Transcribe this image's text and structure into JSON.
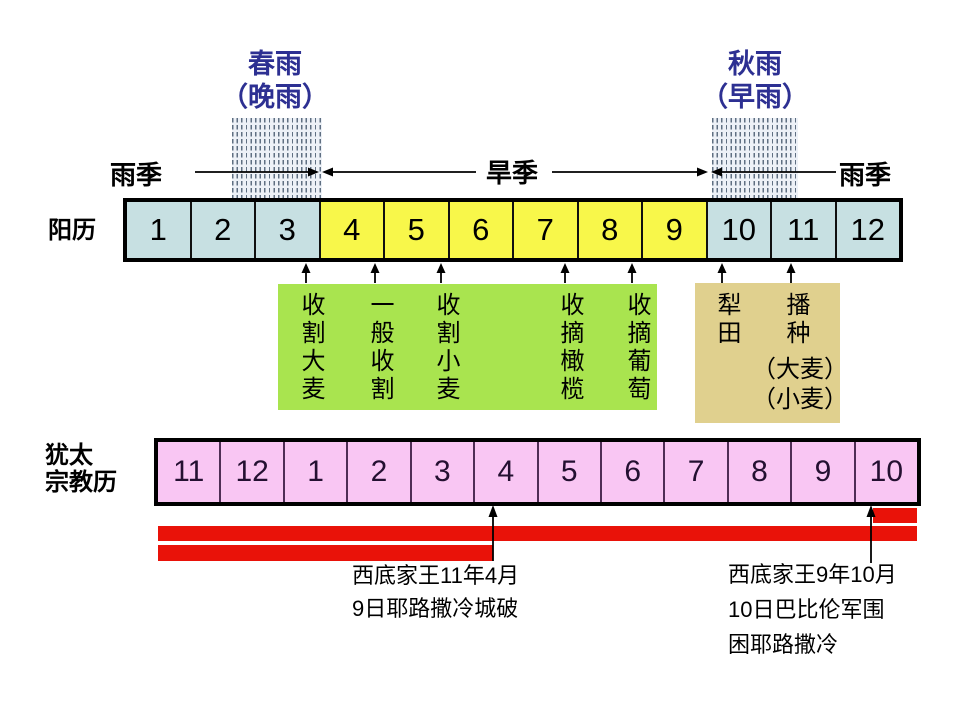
{
  "titles": {
    "spring_rain": {
      "line1": "春雨",
      "line2": "（晚雨）"
    },
    "autumn_rain": {
      "line1": "秋雨",
      "line2": "（早雨）"
    }
  },
  "seasons": {
    "rainy_left": "雨季",
    "dry": "旱季",
    "rainy_right": "雨季"
  },
  "solar_calendar": {
    "label": "阳历",
    "months": [
      "1",
      "2",
      "3",
      "4",
      "5",
      "6",
      "7",
      "8",
      "9",
      "10",
      "11",
      "12"
    ]
  },
  "harvest_box": {
    "columns": [
      "收割大麦",
      "一般收割",
      "收割小麦",
      "收摘橄榄",
      "收摘葡萄"
    ]
  },
  "plow_box": {
    "col1": "犁田",
    "col2": "播种",
    "note1": "（大麦）",
    "note2": "（小麦）"
  },
  "jewish_calendar": {
    "label_line1": "犹太",
    "label_line2": "宗教历",
    "months": [
      "11",
      "12",
      "1",
      "2",
      "3",
      "4",
      "5",
      "6",
      "7",
      "8",
      "9",
      "10"
    ]
  },
  "events": {
    "city_breached": {
      "line1": "西底家王11年4月",
      "line2": "9日耶路撒冷城破"
    },
    "siege_began": {
      "line1": "西底家王9年10月",
      "line2": "10日巴比伦军围",
      "line3": "困耶路撒冷"
    }
  },
  "colors": {
    "title_blue": "#2d3092",
    "rainy_cell_blue": "#c7e0e2",
    "dry_cell_yellow": "#f8f74a",
    "jewish_cell_pink": "#f9c6f3",
    "harvest_green": "#a9e44f",
    "plow_tan": "#e0d08e",
    "siege_red": "#e91209"
  }
}
